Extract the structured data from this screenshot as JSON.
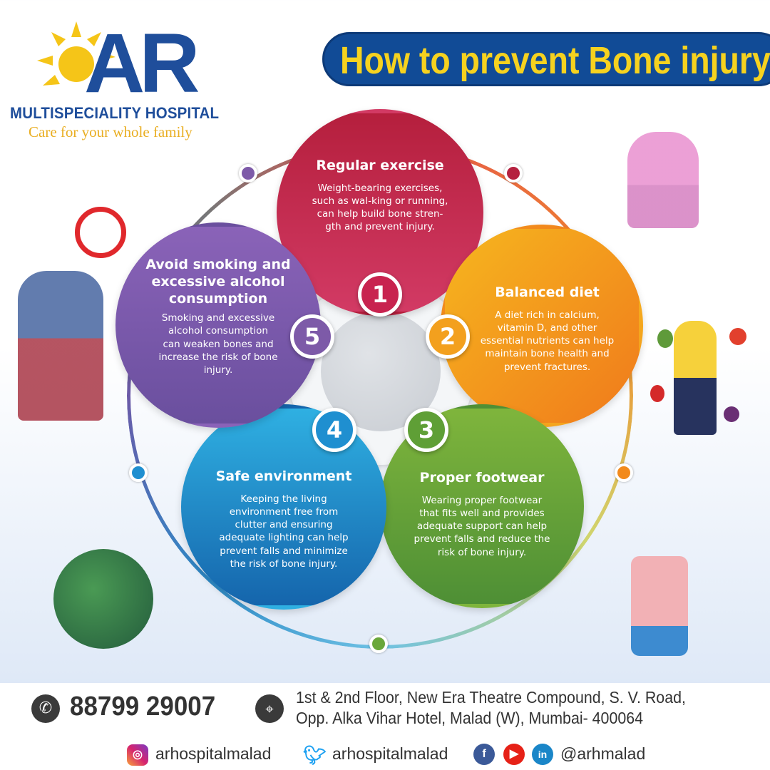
{
  "logo": {
    "letters": "AR",
    "name": "MULTISPECIALITY HOSPITAL",
    "tagline": "Care for your whole family"
  },
  "title": "How to prevent Bone injury",
  "colors": {
    "banner": "#114b96",
    "title": "#f6d21f",
    "step1": "#c8234f",
    "step2": "#f28a1c",
    "step3": "#6aa73a",
    "step4": "#1f8fd0",
    "step5": "#7d5aa8"
  },
  "steps": [
    {
      "number": "1",
      "title": "Regular exercise",
      "text": "Weight-bearing exercises, such as wal-king or running, can help build bone stren-gth and prevent injury."
    },
    {
      "number": "2",
      "title": "Balanced diet",
      "text": "A diet rich in calcium, vitamin D, and other essential nutrients can help maintain bone health and prevent fractures."
    },
    {
      "number": "3",
      "title": "Proper footwear",
      "text": "Wearing proper footwear that fits well and provides adequate support can help prevent falls and reduce the risk of bone injury."
    },
    {
      "number": "4",
      "title": "Safe environment",
      "text": "Keeping the living environment free from clutter and ensuring adequate lighting can help prevent falls and minimize the risk of bone injury."
    },
    {
      "number": "5",
      "title": "Avoid smoking and excessive alcohol consumption",
      "text": "Smoking and excessive alcohol consumption can weaken bones and increase the risk of bone injury."
    }
  ],
  "footer": {
    "phone": "88799 29007",
    "address_line1": "1st & 2nd Floor, New Era Theatre Compound, S. V. Road,",
    "address_line2": "Opp. Alka Vihar Hotel, Malad (W), Mumbai- 400064",
    "instagram": "arhospitalmalad",
    "twitter": "arhospitalmalad",
    "other_handle": "@arhmalad",
    "icons": {
      "phone": "phone-icon",
      "location": "location-pin-icon",
      "instagram": "instagram-icon",
      "twitter": "twitter-icon",
      "facebook": "facebook-icon",
      "youtube": "youtube-icon",
      "linkedin": "linkedin-icon"
    }
  }
}
